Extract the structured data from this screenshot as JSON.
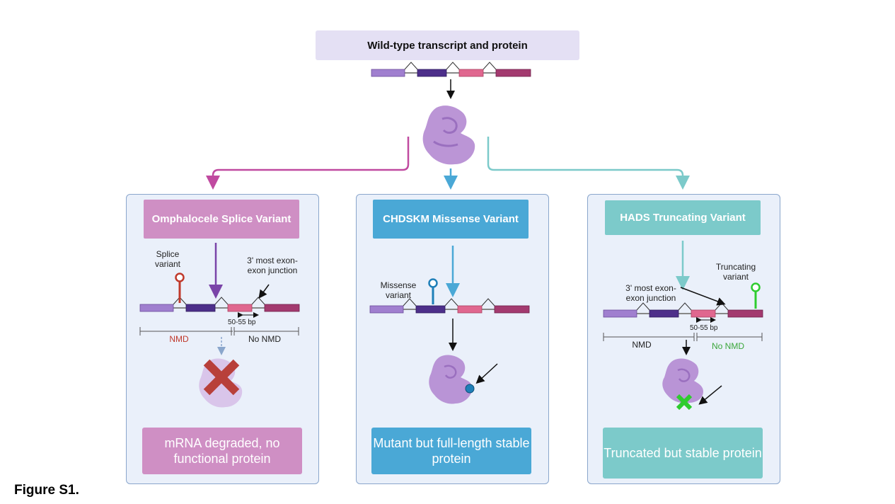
{
  "header": {
    "title": "Wild-type transcript and protein"
  },
  "colors": {
    "exon1": "#a07fcf",
    "exon2": "#4d2f8a",
    "exon3": "#e0678f",
    "exon4": "#a33a6f",
    "splice_panel": "#cf8fc4",
    "missense_panel": "#4aa8d6",
    "truncating_panel": "#7ccaca",
    "panel_bg": "#eaf0fa",
    "nmd_red": "#c0392b",
    "no_nmd_green": "#3aa63a"
  },
  "panels": {
    "splice": {
      "title": "Omphalocele Splice Variant",
      "variant_label": "Splice\nvariant",
      "junction_label": "3' most exon-\nexon junction",
      "distance_label": "50-55 bp",
      "nmd_label": "NMD",
      "no_nmd_label": "No NMD",
      "outcome": "mRNA degraded, no functional protein"
    },
    "missense": {
      "title": "CHDSKM Missense Variant",
      "variant_label": "Missense\nvariant",
      "outcome": "Mutant but full-length stable protein"
    },
    "truncating": {
      "title": "HADS Truncating Variant",
      "variant_label": "Truncating\nvariant",
      "junction_label": "3' most exon-\nexon junction",
      "distance_label": "50-55 bp",
      "nmd_label": "NMD",
      "no_nmd_label": "No NMD",
      "outcome": "Truncated but stable protein"
    }
  },
  "caption": "Figure S1."
}
